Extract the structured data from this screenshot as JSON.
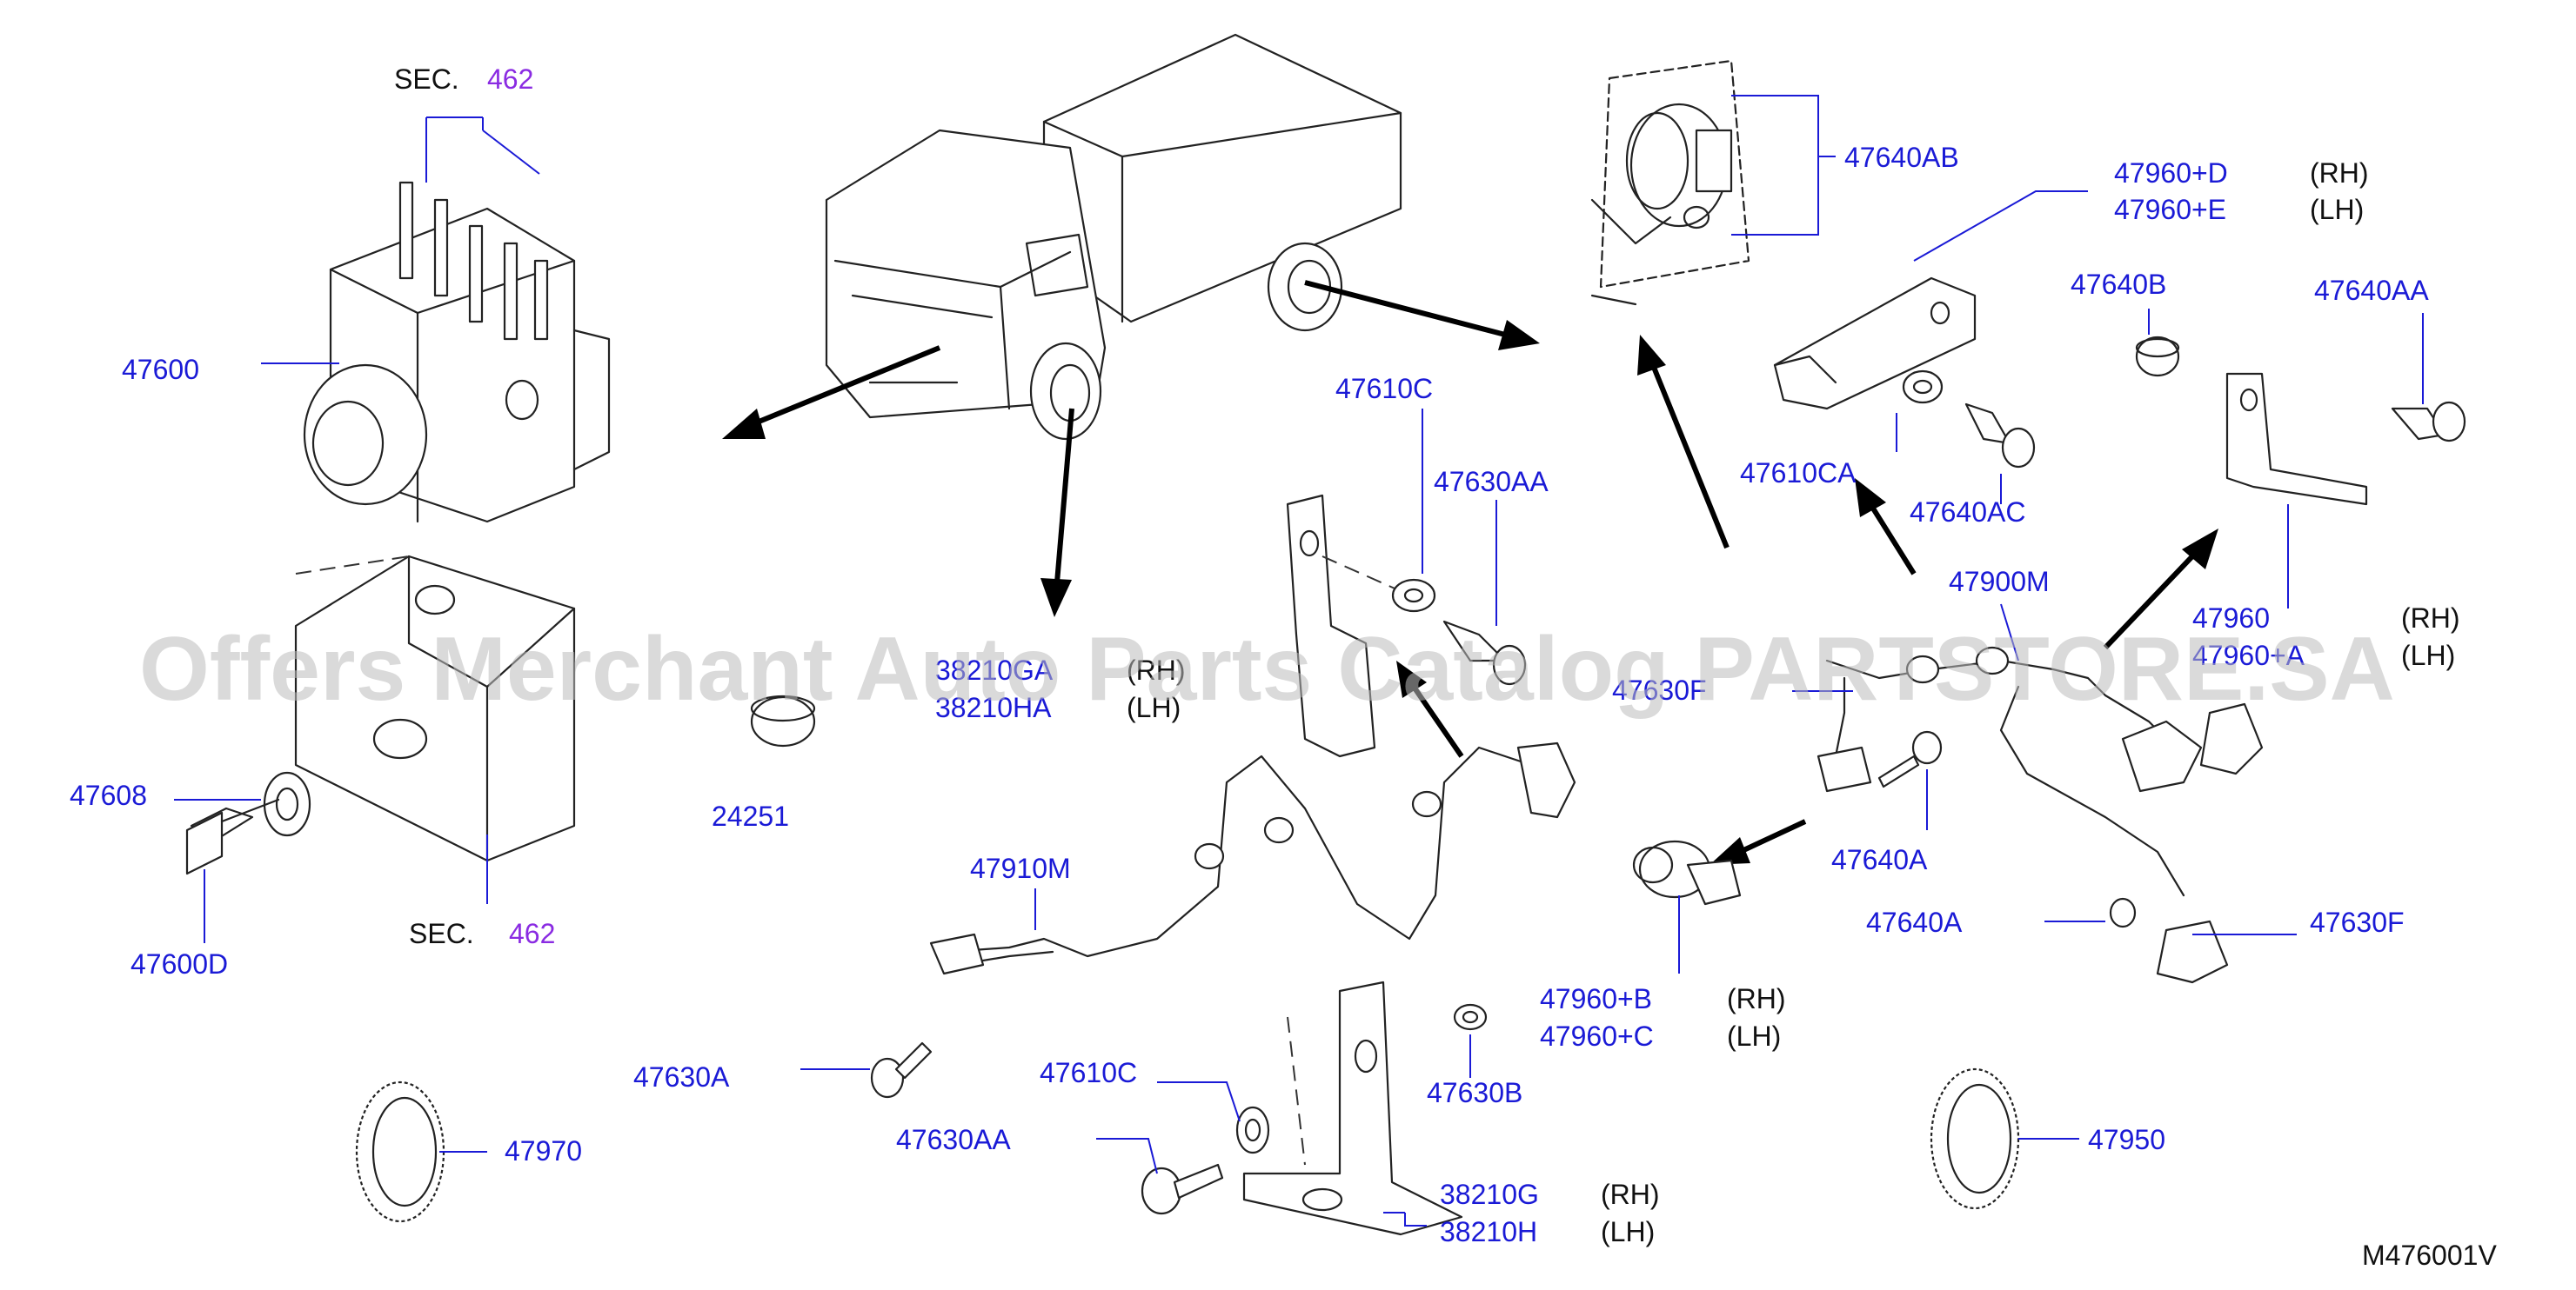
{
  "labels": {
    "sec_top_prefix": "SEC.",
    "sec_top_num": "462",
    "sec_bot_prefix": "SEC.",
    "sec_bot_num": "462",
    "p47600": "47600",
    "p47608": "47608",
    "p47600D": "47600D",
    "p47970": "47970",
    "p24251": "24251",
    "p38210GA": "38210GA",
    "p38210HA": "38210HA",
    "rh1": "(RH)",
    "lh1": "(LH)",
    "p47910M": "47910M",
    "p47630A": "47630A",
    "p47610C_bot": "47610C",
    "p47630AA_bot": "47630AA",
    "p47630B": "47630B",
    "p38210G": "38210G",
    "p38210H": "38210H",
    "rh2": "(RH)",
    "lh2": "(LH)",
    "p47610C_top": "47610C",
    "p47630AA_top": "47630AA",
    "p47640AB": "47640AB",
    "p47960D": "47960+D",
    "p47960E": "47960+E",
    "rh3": "(RH)",
    "lh3": "(LH)",
    "p47640B": "47640B",
    "p47640AA": "47640AA",
    "p47610CA": "47610CA",
    "p47640AC": "47640AC",
    "p47900M": "47900M",
    "p47960": "47960",
    "p47960A": "47960+A",
    "rh4": "(RH)",
    "lh4": "(LH)",
    "p47630F_mid": "47630F",
    "p47640A_mid": "47640A",
    "p47640A_low": "47640A",
    "p47630F": "47630F",
    "p47960B": "47960+B",
    "p47960C": "47960+C",
    "rh5": "(RH)",
    "lh5": "(LH)",
    "p47950": "47950",
    "figure_id": "M476001V"
  },
  "watermark": "Offers Merchant Auto Parts Catalog PARTSTORE.SA",
  "colors": {
    "label_blue": "#1a1ad6",
    "label_black": "#111111",
    "sec_purple": "#8a2be2",
    "watermark_gray": "#bcbcbc"
  }
}
